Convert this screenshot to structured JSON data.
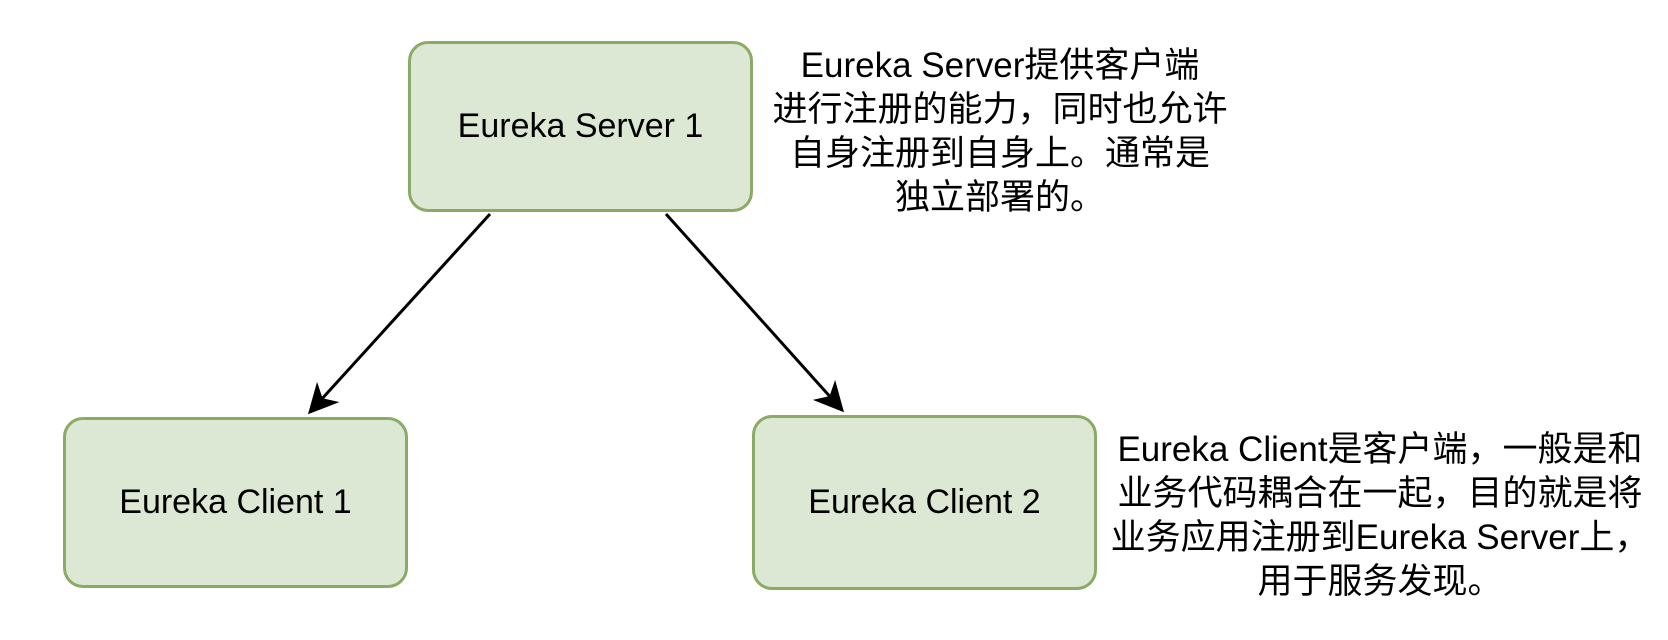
{
  "diagram": {
    "nodes": [
      {
        "id": "server1",
        "label": "Eureka Server 1"
      },
      {
        "id": "client1",
        "label": "Eureka Client 1"
      },
      {
        "id": "client2",
        "label": "Eureka Client 2"
      }
    ],
    "edges": [
      {
        "from": "server1",
        "to": "client1",
        "style": "arrow"
      },
      {
        "from": "server1",
        "to": "client2",
        "style": "arrow"
      }
    ],
    "annotations": {
      "server_note": {
        "target": "server1",
        "lines": [
          "Eureka Server提供客户端",
          "进行注册的能力，同时也允许",
          "自身注册到自身上。通常是",
          "独立部署的。"
        ]
      },
      "client_note": {
        "target": "client2",
        "lines": [
          "Eureka Client是客户端，一般是和",
          "业务代码耦合在一起，目的就是将",
          "业务应用注册到Eureka Server上，",
          "用于服务发现。"
        ]
      }
    }
  },
  "colors": {
    "background": "#ffffff",
    "node_fill": "#dce8d3",
    "node_stroke": "#8aab65",
    "arrow": "#000000",
    "text": "#000000"
  }
}
